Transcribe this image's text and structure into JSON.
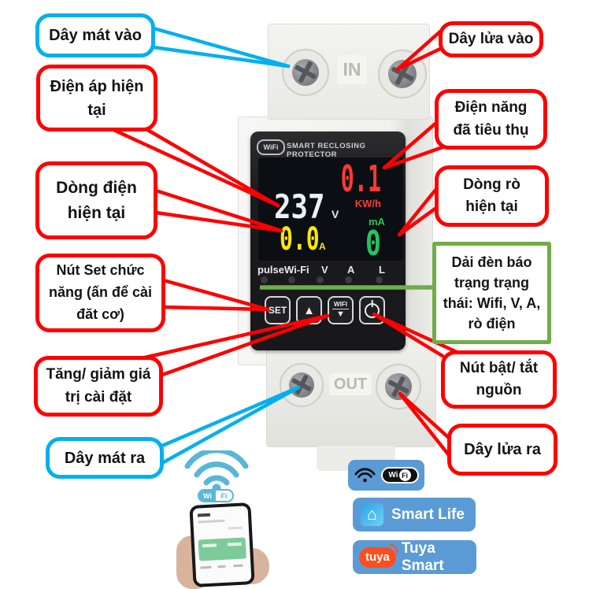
{
  "callouts": {
    "neutral_in": "Dây mát vào",
    "voltage": "Điện áp hiện tại",
    "current": "Dòng điện hiện tại",
    "set_button": "Nút Set chức năng (ấn để cài đăt cơ)",
    "adjust": "Tăng/ giảm giá trị cài đặt",
    "neutral_out": "Dây mát ra",
    "live_in": "Dây lửa vào",
    "energy": "Điện năng đã tiêu thụ",
    "leakage": "Dòng rò hiện tại",
    "led_strip": "Dải đèn báo trạng trạng thái: Wifi, V, A, rò điện",
    "power_button": "Nút bật/ tắt nguồn",
    "live_out": "Dây lửa ra"
  },
  "device": {
    "brand_badge": "WiFi",
    "title": "SMART RECLOSING PROTECTOR",
    "in_label": "IN",
    "out_label": "OUT",
    "display": {
      "voltage_value": "237",
      "voltage_unit": "V",
      "current_value": "0.0",
      "current_unit": "A",
      "energy_value": "0.1",
      "energy_unit": "KW/h",
      "leakage_value": "0",
      "leakage_unit": "mA"
    },
    "indicators": [
      "pulse",
      "Wi-Fi",
      "V",
      "A",
      "L"
    ],
    "buttons": {
      "set": "SET",
      "up": "▲",
      "wifi": "WIFI",
      "down": "▼"
    }
  },
  "footer": {
    "wifi_logo": {
      "wi": "Wi",
      "fi": "Fi"
    },
    "badges": {
      "wifi_logo": {
        "wi": "Wi",
        "fi": "Fi"
      },
      "smart_life": "Smart Life",
      "tuya_logo": "tuya",
      "tuya": "Tuya Smart"
    }
  },
  "icons": {
    "smart_life_house": "⌂"
  },
  "colors": {
    "callout_red": "#FF0000",
    "callout_cyan": "#00B0F0",
    "callout_green": "#70AD47",
    "badge_blue": "#5B9BD5",
    "tuya_orange": "#FF4E1B",
    "wifi_cyan": "#58B7D6",
    "display_voltage": "#E9F2FB",
    "display_current": "#FFE800",
    "display_energy": "#FB3B30",
    "display_leakage": "#22C55E"
  }
}
